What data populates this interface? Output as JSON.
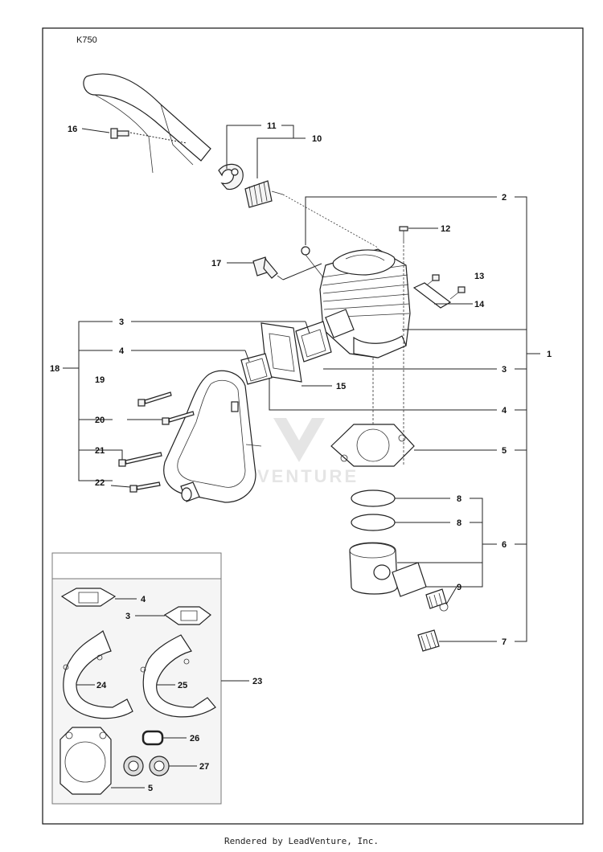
{
  "model": "K750",
  "watermark": "VENTURE",
  "footer": "Rendered by LeadVenture, Inc.",
  "callouts": {
    "c1": "1",
    "c2": "2",
    "c3a": "3",
    "c3b": "3",
    "c3c": "3",
    "c4a": "4",
    "c4b": "4",
    "c4c": "4",
    "c5a": "5",
    "c5b": "5",
    "c6": "6",
    "c7": "7",
    "c8a": "8",
    "c8b": "8",
    "c9": "9",
    "c10": "10",
    "c11": "11",
    "c12": "12",
    "c13": "13",
    "c14": "14",
    "c15": "15",
    "c16": "16",
    "c17": "17",
    "c18": "18",
    "c19": "19",
    "c20": "20",
    "c21": "21",
    "c22": "22",
    "c23": "23",
    "c24": "24",
    "c25": "25",
    "c26": "26",
    "c27": "27"
  }
}
